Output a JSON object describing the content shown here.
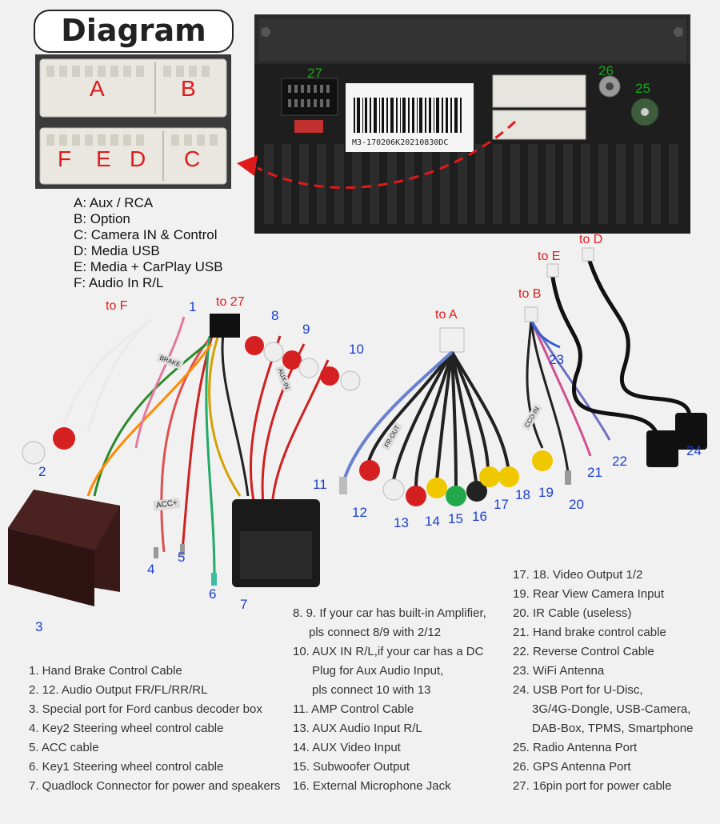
{
  "title": "Diagram",
  "connector_letters": [
    "A",
    "B",
    "F",
    "E",
    "D",
    "C"
  ],
  "connector_legend": [
    "A: Aux / RCA",
    "B: Option",
    "C: Camera IN & Control",
    "D: Media USB",
    "E: Media + CarPlay USB",
    "F: Audio In R/L"
  ],
  "head_unit": {
    "ports": [
      "27",
      "26",
      "25"
    ],
    "barcode_text": "M3-170206K20210830DC"
  },
  "to_labels": [
    "to F",
    "to 27",
    "to A",
    "to B",
    "to E",
    "to D"
  ],
  "cable_numbers": [
    "1",
    "2",
    "3",
    "4",
    "5",
    "6",
    "7",
    "8",
    "9",
    "10",
    "11",
    "12",
    "13",
    "14",
    "15",
    "16",
    "17",
    "18",
    "19",
    "20",
    "21",
    "22",
    "23",
    "24"
  ],
  "cable_tags": [
    "BRAKE",
    "ACC+",
    "AUX-IN",
    "FR-OUT",
    "CCD-IN"
  ],
  "notes": {
    "left": [
      "1. Hand Brake Control Cable",
      "2. 12. Audio Output FR/FL/RR/RL",
      "3. Special port for Ford canbus decoder box",
      "4. Key2 Steering wheel control cable",
      "5. ACC cable",
      "6. Key1 Steering wheel control cable",
      "7. Quadlock Connector for power and speakers"
    ],
    "middle": [
      "8. 9. If your car has built-in Amplifier,",
      "pls connect 8/9 with 2/12",
      "10. AUX IN R/L,if your car has a DC",
      "Plug for Aux Audio Input,",
      "pls connect 10 with 13",
      "11. AMP Control Cable",
      "13. AUX Audio Input R/L",
      "14. AUX Video Input",
      "15. Subwoofer Output",
      "16. External Microphone Jack"
    ],
    "right": [
      "17. 18. Video Output 1/2",
      "19. Rear View Camera Input",
      "20. IR Cable (useless)",
      "21. Hand brake control cable",
      "22. Reverse Control Cable",
      "23. WiFi Antenna",
      "24. USB Port for U-Disc,",
      "3G/4G-Dongle, USB-Camera,",
      "DAB-Box, TPMS, Smartphone",
      "25. Radio Antenna Port",
      "26. GPS Antenna Port",
      "27. 16pin port for power cable"
    ]
  }
}
